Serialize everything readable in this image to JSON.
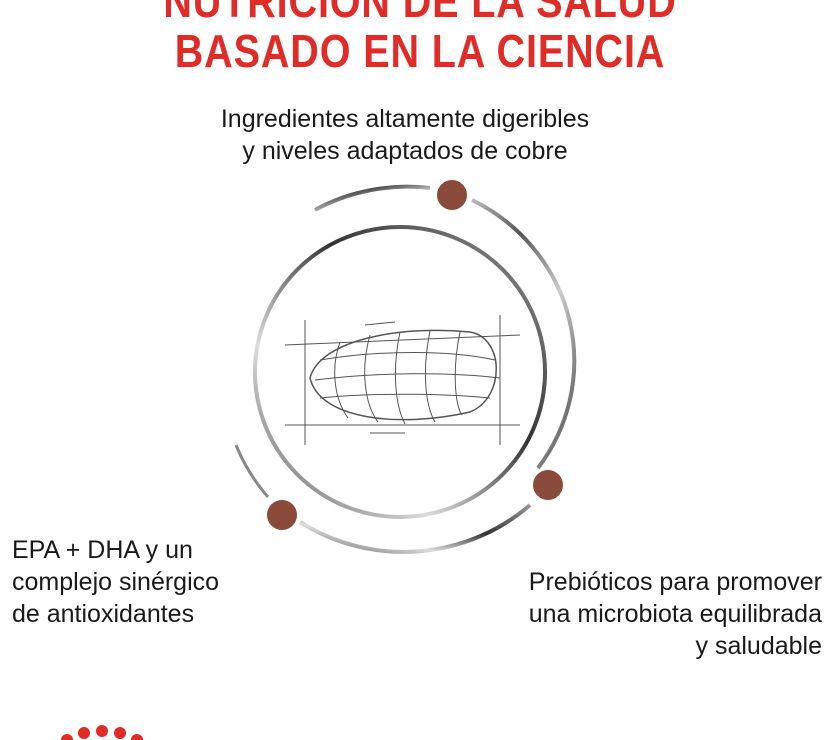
{
  "title": {
    "line1": "NUTRICIÓN DE LA SALUD",
    "line2": "BASADO EN LA CIENCIA"
  },
  "benefits": [
    {
      "lines": [
        "Ingredientes altamente digeribles",
        "y niveles adaptados de cobre"
      ]
    },
    {
      "lines": [
        "EPA + DHA y un",
        "complejo sinérgico",
        "de antioxidantes"
      ]
    },
    {
      "lines": [
        "Prebióticos para promover",
        "una microbiota equilibrada",
        "y saludable"
      ]
    }
  ],
  "colors": {
    "title": "#e02b27",
    "dot": "#8a4a3a",
    "logo": "#e02b27"
  },
  "logo": "Royal Canin crown dots"
}
